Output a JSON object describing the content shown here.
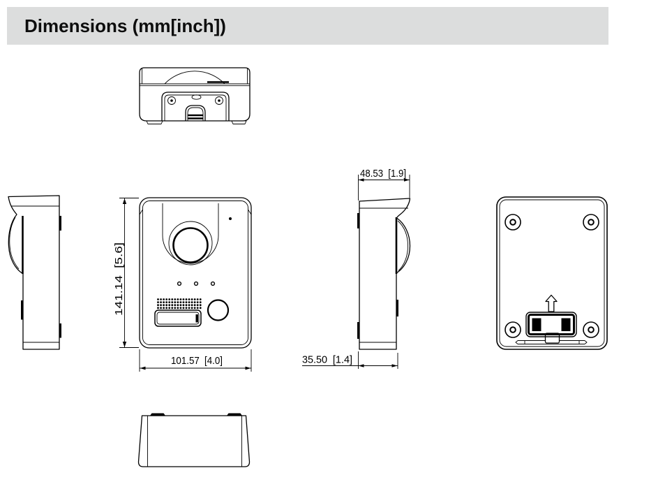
{
  "header": {
    "title": "Dimensions (mm[inch])",
    "background_color": "#dcdddd",
    "text_color": "#0d0d0d"
  },
  "diagram": {
    "line_color": "#000000",
    "background_color": "#ffffff",
    "dimensions": {
      "front_height": "141.14 [5.6]",
      "front_width": "101.57 [4.0]",
      "side_depth_overall": "48.53 [1.9]",
      "side_depth_body": "35.50 [1.4]"
    },
    "front_view": {
      "speaker_grid": {
        "rows": 4,
        "cols": 16
      }
    }
  }
}
